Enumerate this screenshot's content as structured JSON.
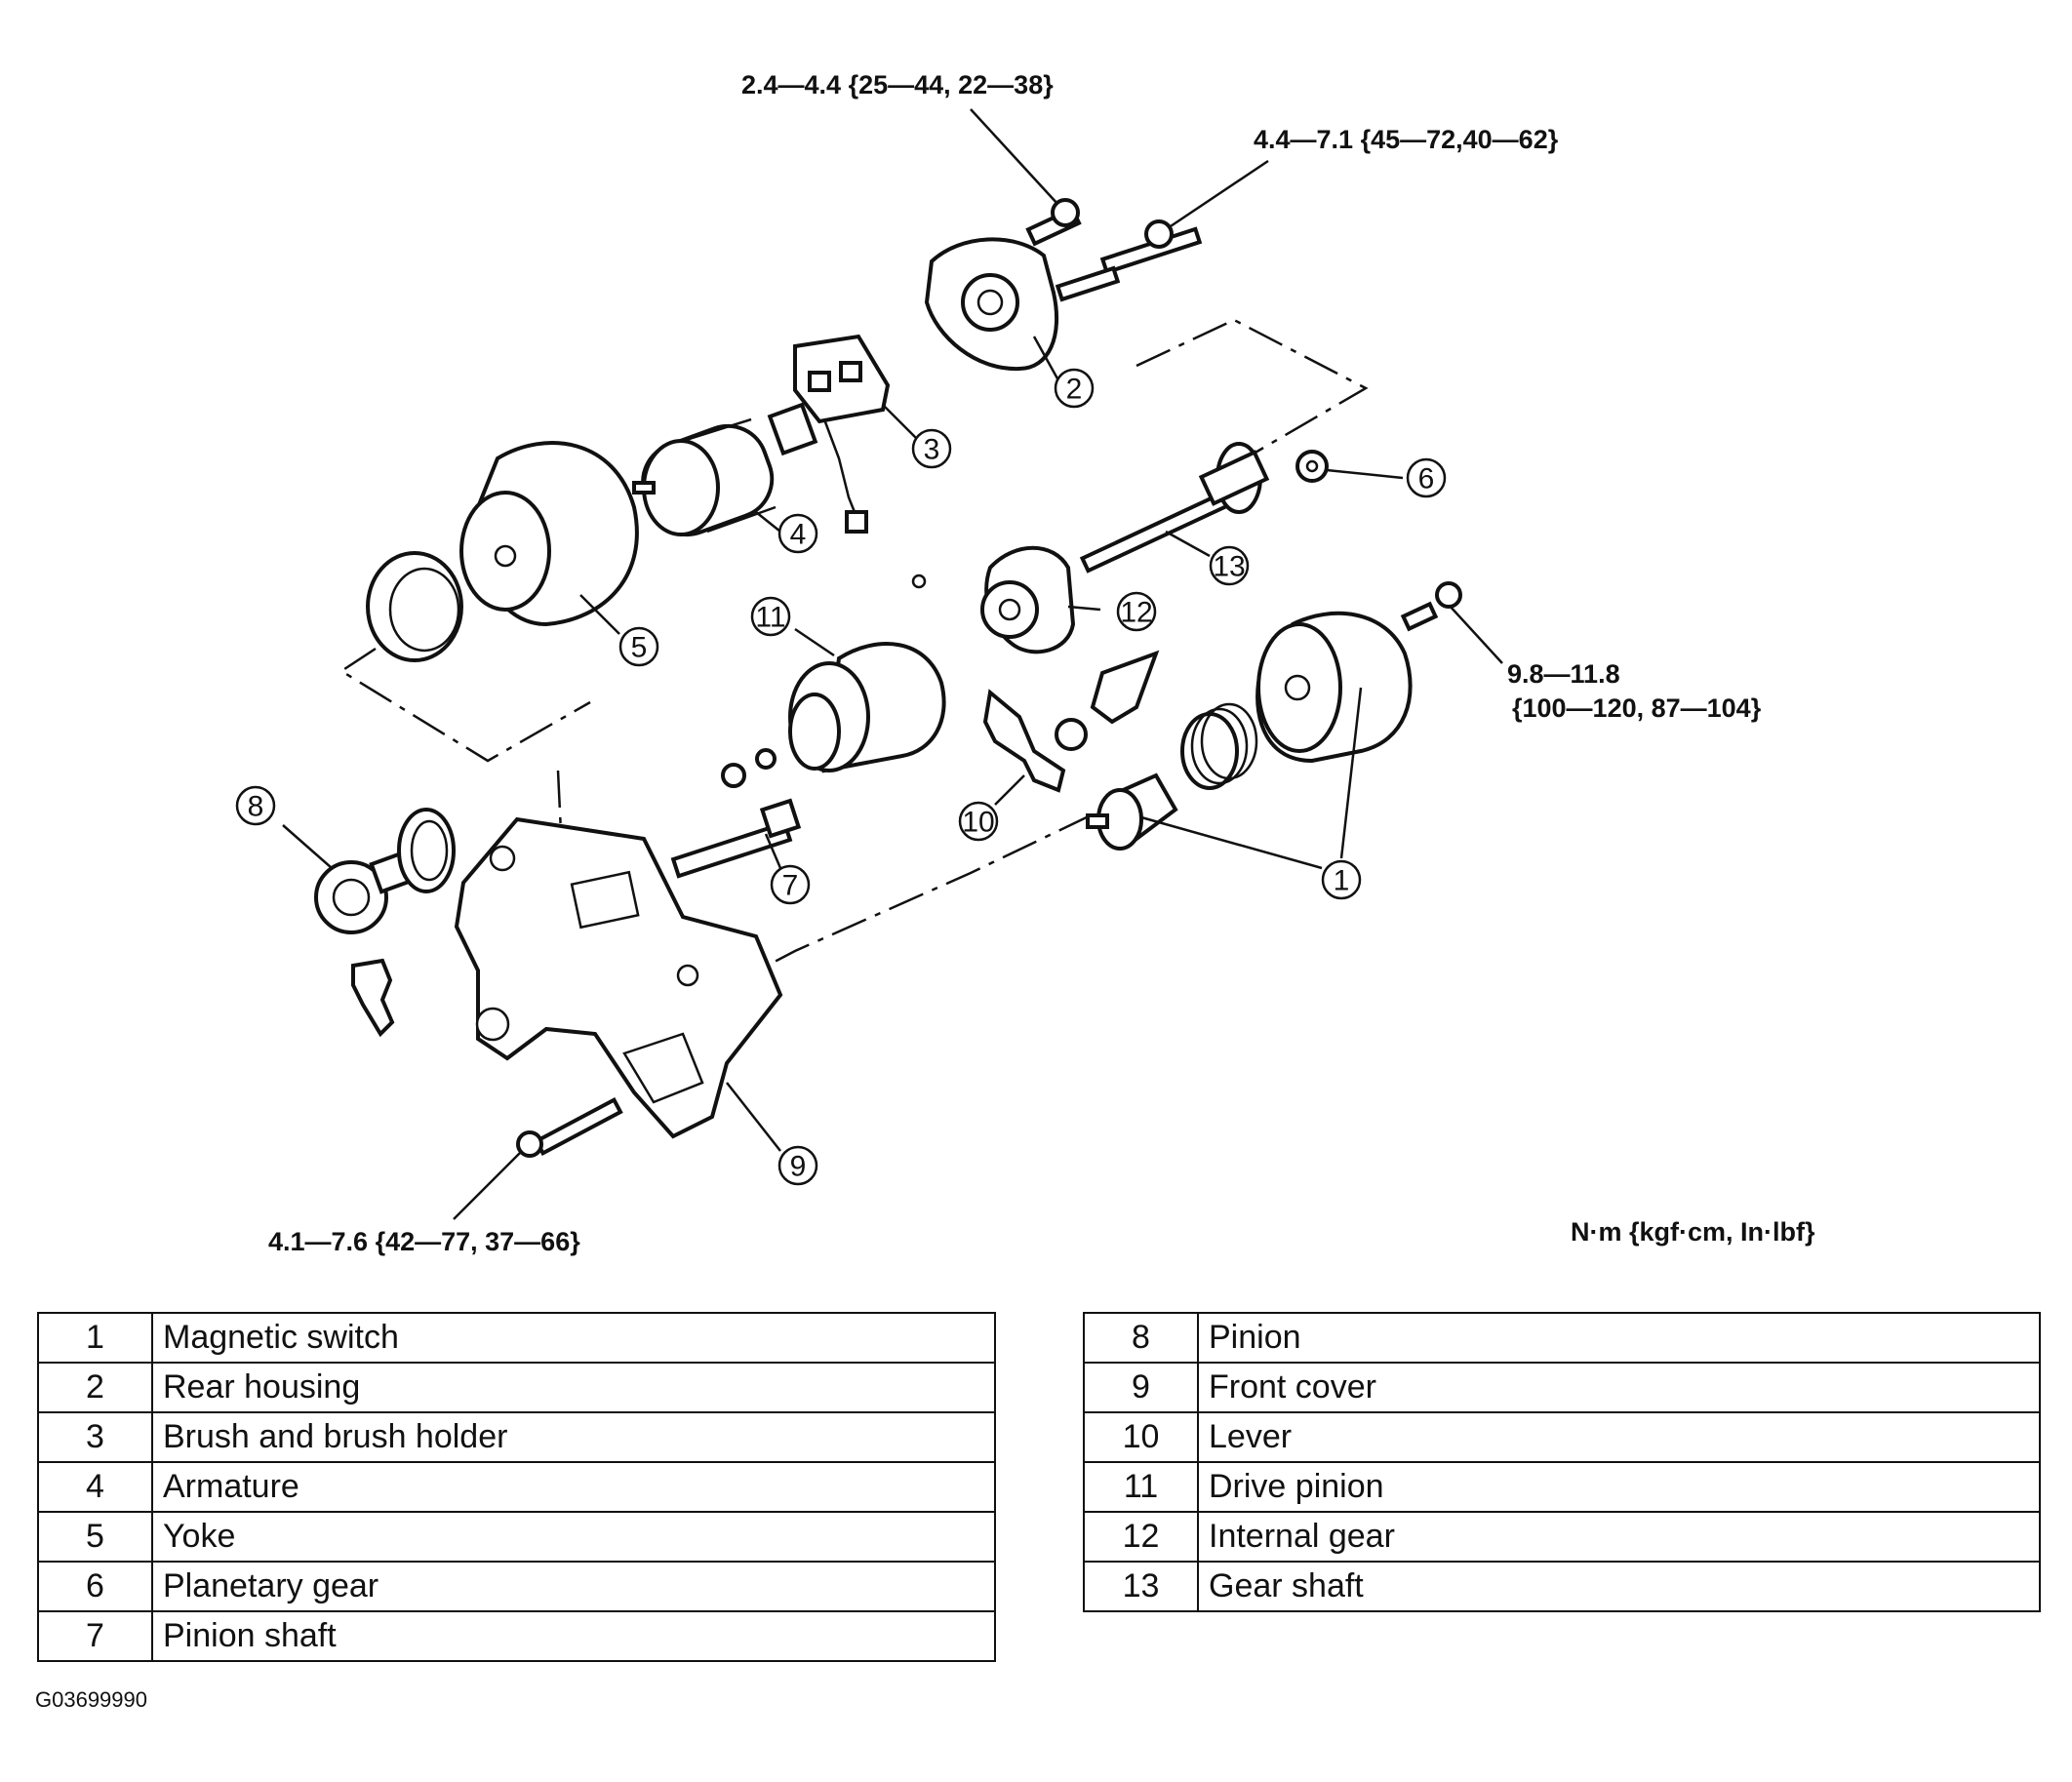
{
  "torque_labels": {
    "top": "2.4—4.4 {25—44, 22—38}",
    "upper_right": "4.4—7.1 {45—72,40—62}",
    "right_1": "9.8—11.8",
    "right_2": "{100—120, 87—104}",
    "bottom": "4.1—7.6 {42—77, 37—66}",
    "units": "N·m {kgf·cm, In·lbf}"
  },
  "callouts": [
    "1",
    "2",
    "3",
    "4",
    "5",
    "6",
    "7",
    "8",
    "9",
    "10",
    "11",
    "12",
    "13"
  ],
  "parts_left": [
    {
      "num": "1",
      "name": "Magnetic switch"
    },
    {
      "num": "2",
      "name": "Rear housing"
    },
    {
      "num": "3",
      "name": "Brush and brush holder"
    },
    {
      "num": "4",
      "name": "Armature"
    },
    {
      "num": "5",
      "name": "Yoke"
    },
    {
      "num": "6",
      "name": "Planetary gear"
    },
    {
      "num": "7",
      "name": "Pinion shaft"
    }
  ],
  "parts_right": [
    {
      "num": "8",
      "name": "Pinion"
    },
    {
      "num": "9",
      "name": "Front cover"
    },
    {
      "num": "10",
      "name": "Lever"
    },
    {
      "num": "11",
      "name": "Drive pinion"
    },
    {
      "num": "12",
      "name": "Internal gear"
    },
    {
      "num": "13",
      "name": "Gear shaft"
    }
  ],
  "figure_code": "G03699990"
}
